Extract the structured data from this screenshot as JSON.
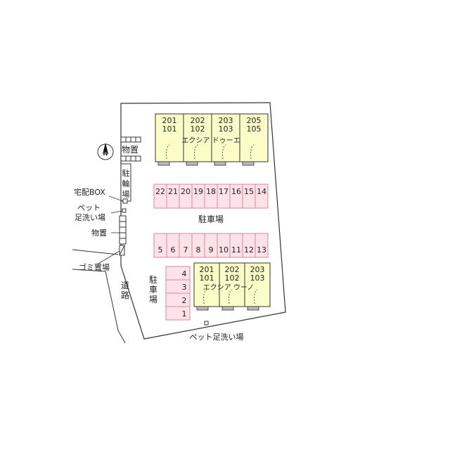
{
  "building_a": {
    "name": "エクシア ドゥーエ",
    "units": [
      {
        "upper": "201",
        "lower": "101"
      },
      {
        "upper": "202",
        "lower": "102"
      },
      {
        "upper": "203",
        "lower": "103"
      },
      {
        "upper": "205",
        "lower": "105"
      }
    ]
  },
  "building_b": {
    "name": "エクシア ウーノ",
    "units": [
      {
        "upper": "201",
        "lower": "101"
      },
      {
        "upper": "202",
        "lower": "102"
      },
      {
        "upper": "203",
        "lower": "103"
      }
    ]
  },
  "parking_row_top": [
    "22",
    "21",
    "20",
    "19",
    "18",
    "17",
    "16",
    "15",
    "14"
  ],
  "parking_row_mid": [
    "5",
    "6",
    "7",
    "8",
    "9",
    "10",
    "11",
    "12",
    "13"
  ],
  "parking_col_left": [
    "4",
    "3",
    "2",
    "1"
  ],
  "labels": {
    "parking_center": "駐車場",
    "parking_left": "駐車場",
    "bicycle_parking": "駐輪場",
    "storage_top": "物置",
    "storage_mid": "物置",
    "delivery_box": "宅配BOX",
    "pet_wash_left_line1": "ペット",
    "pet_wash_left_line2": "足洗い場",
    "garbage": "ゴミ置場",
    "road": "道路",
    "pet_wash_bottom": "ペット足洗い場",
    "compass_north": "N"
  },
  "colors": {
    "building_fill": "#fcfcc8",
    "parking_fill": "#fde2ea",
    "parking_stroke": "#d88aa2",
    "line": "#333333"
  }
}
